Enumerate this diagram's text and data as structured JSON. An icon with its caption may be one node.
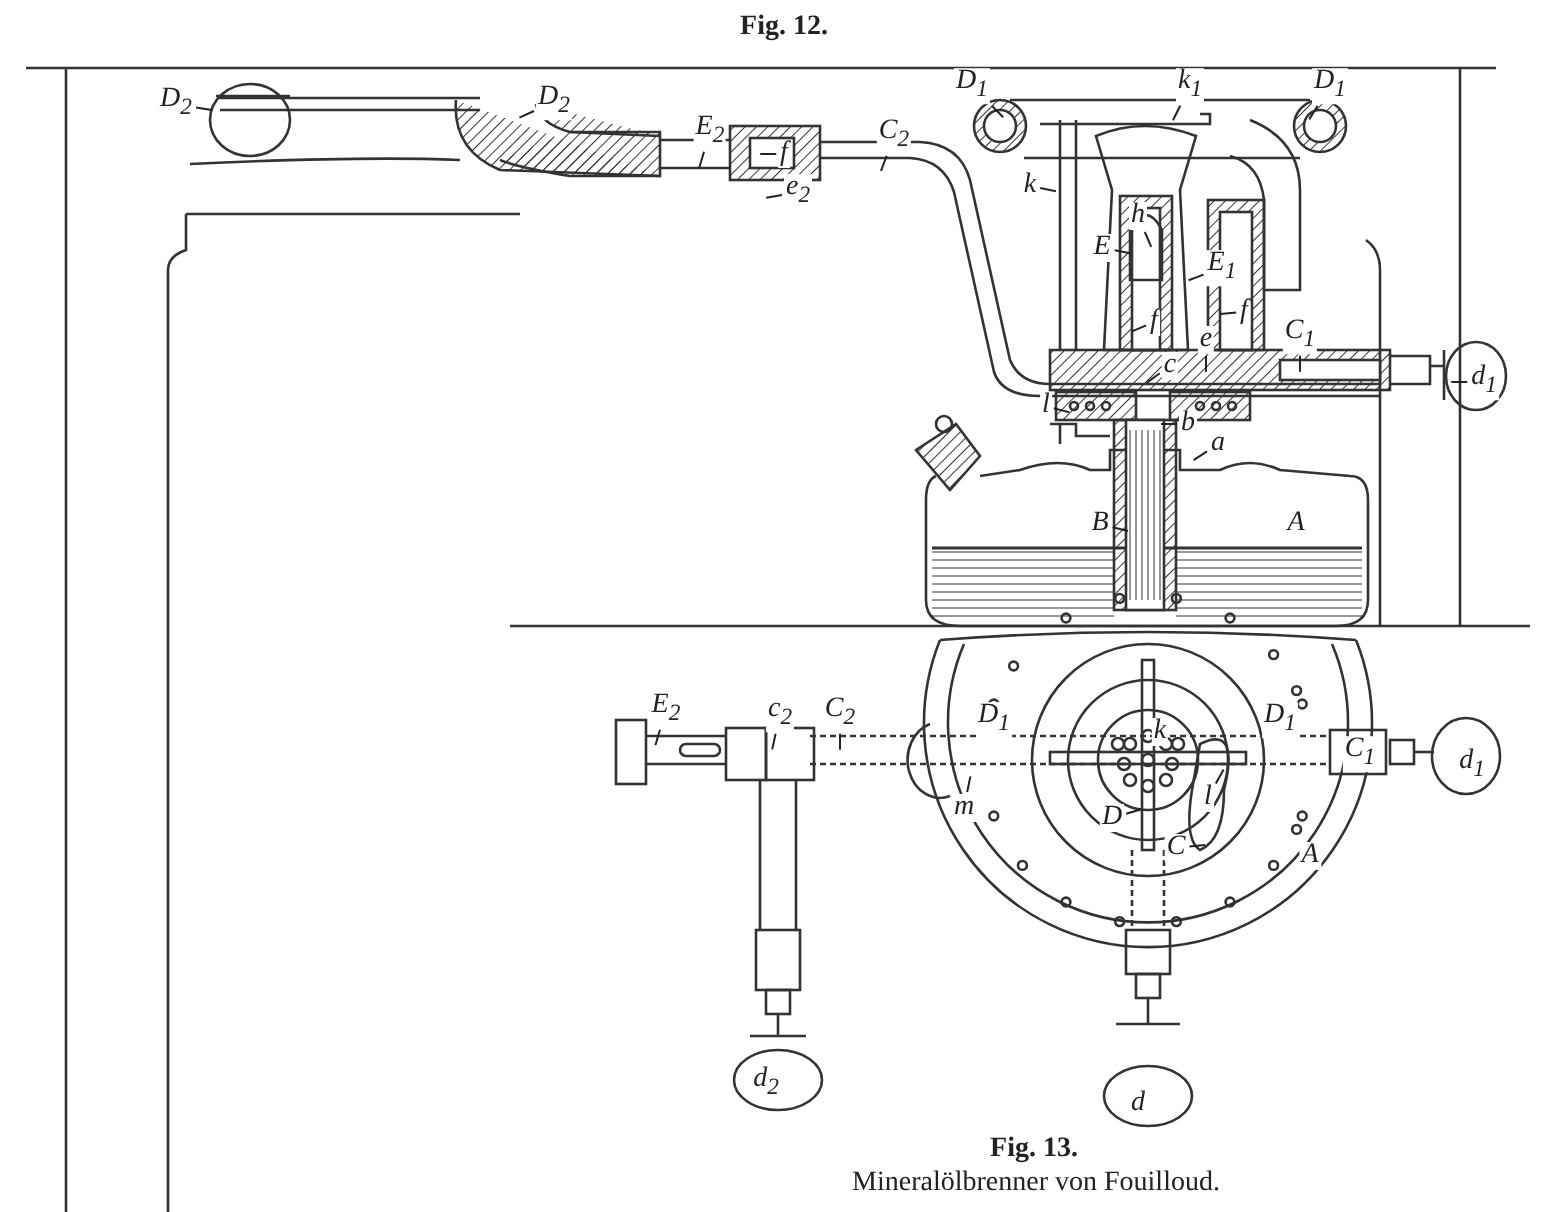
{
  "diagram": {
    "title": "Fig. 12.",
    "caption": "Mineralölbrenner von Fouilloud.",
    "nodes": [
      {
        "text": [
          "D$_{2}$"
        ]
      },
      {
        "text": [
          "D$_{2}$"
        ]
      },
      {
        "text": [
          "E$_{2}$"
        ]
      },
      {
        "text": [
          "f"
        ]
      },
      {
        "text": [
          "C$_{2}$"
        ]
      },
      {
        "text": [
          "D$_{1}$"
        ]
      },
      {
        "text": [
          "k$_{1}$"
        ]
      },
      {
        "text": [
          "D$_{1}$"
        ]
      },
      {
        "text": [
          "e$_{2}$"
        ]
      },
      {
        "text": [
          "k"
        ]
      },
      {
        "text": [
          "h"
        ]
      },
      {
        "text": [
          "E"
        ]
      },
      {
        "text": [
          "E$_{1}$"
        ]
      },
      {
        "text": [
          "f"
        ]
      },
      {
        "text": [
          "f"
        ]
      },
      {
        "text": [
          "e"
        ]
      },
      {
        "text": [
          "C$_{1}$"
        ]
      },
      {
        "text": [
          "c"
        ]
      },
      {
        "text": [
          "d$_{1}$"
        ]
      },
      {
        "text": [
          "l"
        ]
      },
      {
        "text": [
          "b"
        ]
      },
      {
        "text": [
          "a"
        ]
      },
      {
        "text": [
          "B"
        ]
      },
      {
        "text": [
          "E$_{2}$"
        ]
      },
      {
        "text": [
          "c$_{2}$"
        ]
      },
      {
        "text": [
          "C$_{2}$"
        ]
      },
      {
        "text": [
          "m"
        ]
      },
      {
        "text": [
          "l"
        ]
      },
      {
        "text": [
          "D"
        ]
      },
      {
        "text": [
          "C"
        ]
      },
      {
        "text": [
          "A"
        ]
      },
      {
        "text": [
          "D$_{1}$"
        ]
      },
      {
        "text": [
          "D$_{1}$"
        ]
      },
      {
        "text": [
          "k"
        ]
      },
      {
        "text": [
          "C$_{1}$"
        ]
      },
      {
        "text": [
          "d$_{1}$"
        ]
      },
      {
        "text": [
          "A"
        ]
      },
      {
        "text": [
          "d$_{2}$"
        ]
      },
      {
        "text": [
          "d"
        ]
      }
    ],
    "edges": [
      {
        "from": 0,
        "to": null,
        "arrow": "none"
      },
      {
        "from": 1,
        "to": null,
        "arrow": "none"
      },
      {
        "from": 2,
        "to": null,
        "arrow": "none"
      },
      {
        "from": 3,
        "to": null,
        "arrow": "none"
      },
      {
        "from": 4,
        "to": null,
        "arrow": "none"
      },
      {
        "from": 5,
        "to": null,
        "arrow": "none"
      },
      {
        "from": 6,
        "to": null,
        "arrow": "none"
      },
      {
        "from": 7,
        "to": null,
        "arrow": "none"
      },
      {
        "from": 8,
        "to": null,
        "arrow": "none"
      },
      {
        "from": 9,
        "to": null,
        "arrow": "none"
      },
      {
        "from": 10,
        "to": null,
        "arrow": "none"
      },
      {
        "from": 11,
        "to": null,
        "arrow": "none"
      },
      {
        "from": 12,
        "to": null,
        "arrow": "none"
      },
      {
        "from": 13,
        "to": null,
        "arrow": "none"
      },
      {
        "from": 14,
        "to": null,
        "arrow": "none"
      },
      {
        "from": 15,
        "to": null,
        "arrow": "none"
      },
      {
        "from": 16,
        "to": null,
        "arrow": "none"
      },
      {
        "from": 17,
        "to": null,
        "arrow": "none"
      },
      {
        "from": 18,
        "to": null,
        "arrow": "none"
      },
      {
        "from": 19,
        "to": null,
        "arrow": "none"
      },
      {
        "from": 20,
        "to": null,
        "arrow": "none"
      },
      {
        "from": 21,
        "to": null,
        "arrow": "none"
      },
      {
        "from": 22,
        "to": null,
        "arrow": "none"
      },
      {
        "from": 23,
        "to": null,
        "arrow": "none"
      },
      {
        "from": 24,
        "to": null,
        "arrow": "none"
      },
      {
        "from": 25,
        "to": null,
        "arrow": "none"
      },
      {
        "from": 26,
        "to": null,
        "arrow": "none"
      },
      {
        "from": 27,
        "to": null,
        "arrow": "none"
      },
      {
        "from": 28,
        "to": null,
        "arrow": "none"
      },
      {
        "from": 29,
        "to": null,
        "arrow": "none"
      }
    ],
    "labels": [
      "Fig. 13."
    ]
  }
}
